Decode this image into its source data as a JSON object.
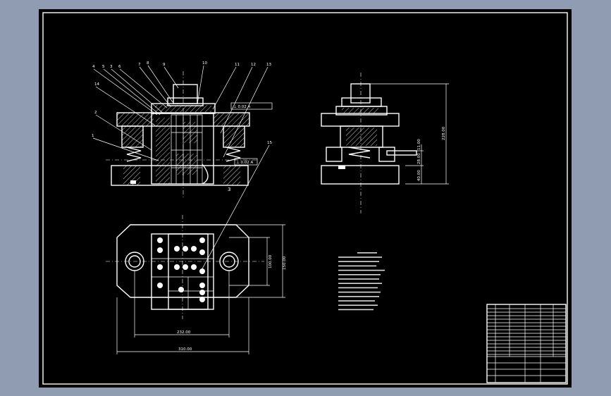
{
  "colors": {
    "background": "#8f9cb2",
    "canvas": "#000000",
    "line": "#ffffff"
  },
  "callouts": [
    "4",
    "5",
    "3",
    "6",
    "7",
    "8",
    "9",
    "10",
    "11",
    "12",
    "13",
    "14",
    "2",
    "1"
  ],
  "callout_extra": "15",
  "section_mark": "3",
  "tolerance_boxes": [
    "⊥ 0.02 A",
    "⊥ 0.02 A"
  ],
  "side_dims": [
    "228.00",
    "11.00",
    "28.00",
    "40.00"
  ],
  "plan_dims": {
    "h1": "100.00",
    "h2": "150.00",
    "w1": "232.00",
    "w2": "310.00"
  }
}
